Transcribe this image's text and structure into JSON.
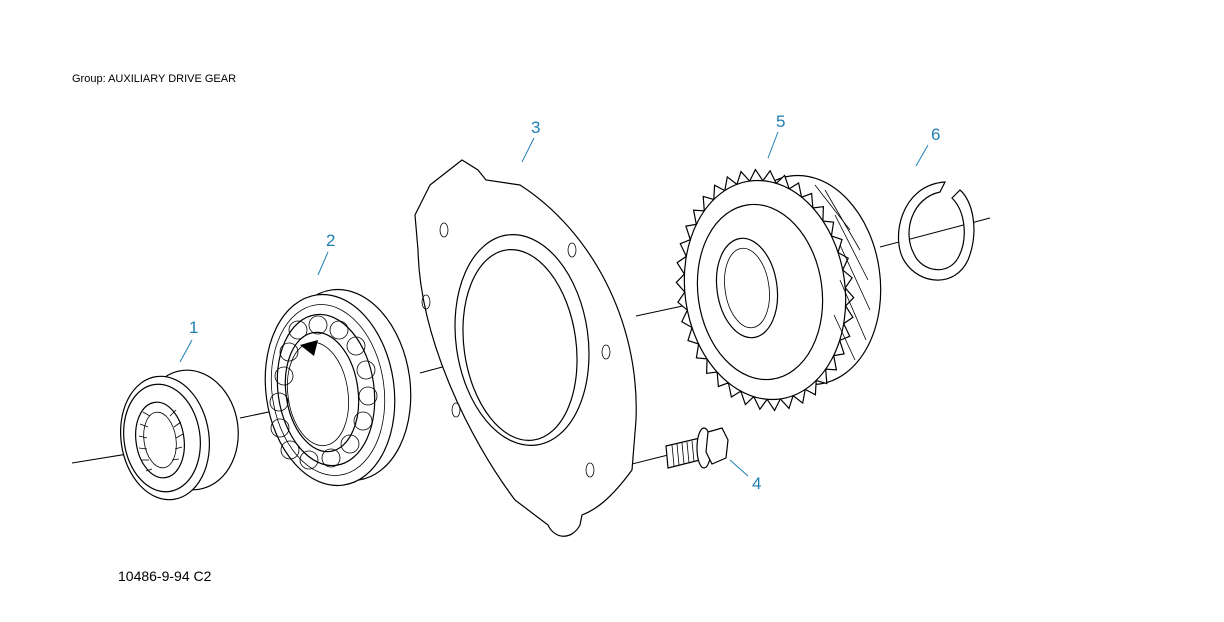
{
  "header": {
    "group_label": "Group: AUXILIARY DRIVE GEAR"
  },
  "footer": {
    "figure_code": "10486-9-94 C2"
  },
  "callouts": [
    {
      "id": "1",
      "label": "1"
    },
    {
      "id": "2",
      "label": "2"
    },
    {
      "id": "3",
      "label": "3"
    },
    {
      "id": "4",
      "label": "4"
    },
    {
      "id": "5",
      "label": "5"
    },
    {
      "id": "6",
      "label": "6"
    }
  ],
  "colors": {
    "callout": "#1f7fb3",
    "line": "#000000",
    "background": "#ffffff"
  }
}
